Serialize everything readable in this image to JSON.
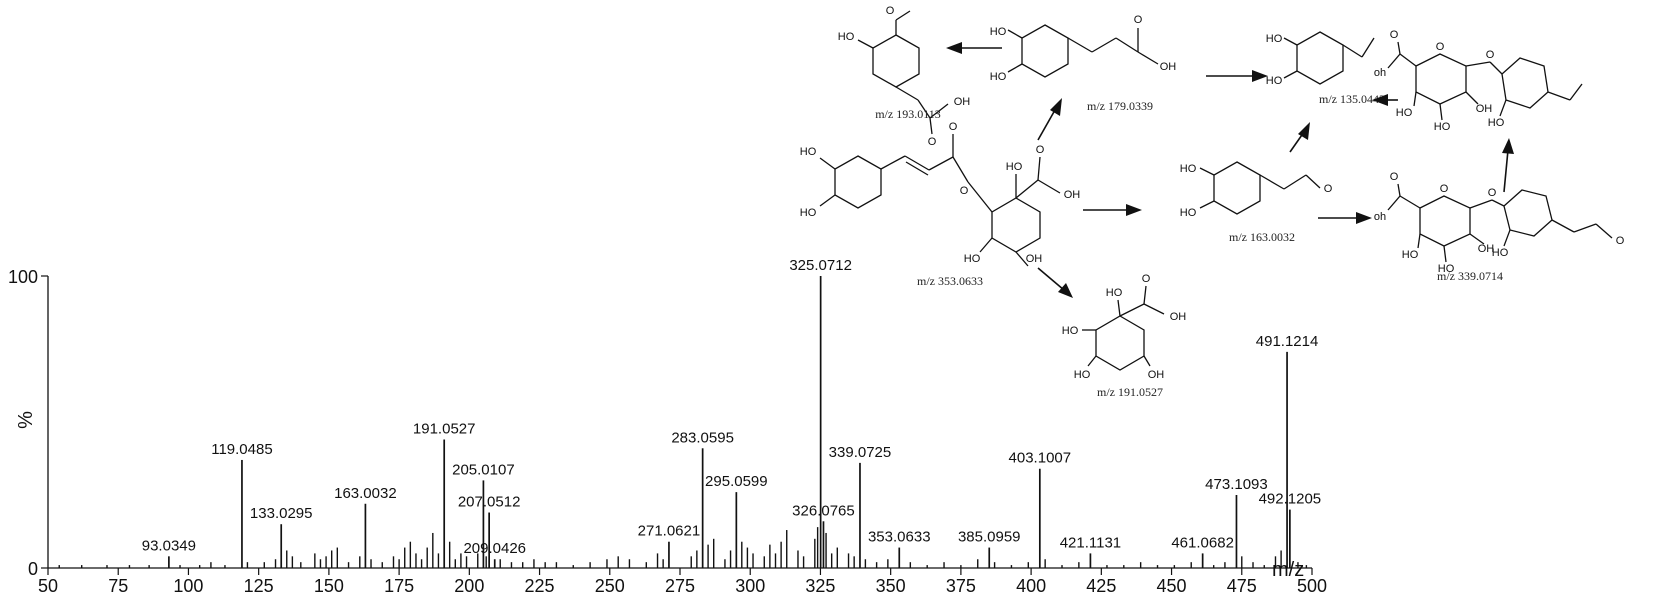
{
  "chart_data": {
    "type": "bar",
    "ylabel": "%",
    "xlabel": "m/z",
    "xlim": [
      50,
      500
    ],
    "ylim": [
      0,
      100
    ],
    "x_ticks": [
      50,
      75,
      100,
      125,
      150,
      175,
      200,
      225,
      250,
      275,
      300,
      325,
      350,
      375,
      400,
      425,
      450,
      475,
      500
    ],
    "y_ticks": [
      0,
      100
    ],
    "labeled_peaks": [
      {
        "mz": 93.0349,
        "intensity": 4,
        "label": "93.0349"
      },
      {
        "mz": 119.0485,
        "intensity": 37,
        "label": "119.0485"
      },
      {
        "mz": 133.0295,
        "intensity": 15,
        "label": "133.0295"
      },
      {
        "mz": 163.0032,
        "intensity": 22,
        "label": "163.0032"
      },
      {
        "mz": 191.0527,
        "intensity": 44,
        "label": "191.0527"
      },
      {
        "mz": 205.0107,
        "intensity": 30,
        "label": "205.0107"
      },
      {
        "mz": 207.0512,
        "intensity": 19,
        "label": "207.0512"
      },
      {
        "mz": 209.0426,
        "intensity": 3,
        "label": "209.0426"
      },
      {
        "mz": 271.0621,
        "intensity": 9,
        "label": "271.0621"
      },
      {
        "mz": 283.0595,
        "intensity": 41,
        "label": "283.0595"
      },
      {
        "mz": 295.0599,
        "intensity": 26,
        "label": "295.0599"
      },
      {
        "mz": 325.0712,
        "intensity": 100,
        "label": "325.0712"
      },
      {
        "mz": 326.0765,
        "intensity": 16,
        "label": "326.0765"
      },
      {
        "mz": 339.0725,
        "intensity": 36,
        "label": "339.0725"
      },
      {
        "mz": 353.0633,
        "intensity": 7,
        "label": "353.0633"
      },
      {
        "mz": 385.0959,
        "intensity": 7,
        "label": "385.0959"
      },
      {
        "mz": 403.1007,
        "intensity": 34,
        "label": "403.1007"
      },
      {
        "mz": 421.1131,
        "intensity": 5,
        "label": "421.1131"
      },
      {
        "mz": 461.0682,
        "intensity": 5,
        "label": "461.0682"
      },
      {
        "mz": 473.1093,
        "intensity": 25,
        "label": "473.1093"
      },
      {
        "mz": 491.1214,
        "intensity": 74,
        "label": "491.1214"
      },
      {
        "mz": 492.1205,
        "intensity": 20,
        "label": "492.1205"
      }
    ],
    "minor_peaks": [
      {
        "mz": 54,
        "intensity": 1
      },
      {
        "mz": 62,
        "intensity": 1
      },
      {
        "mz": 71,
        "intensity": 1
      },
      {
        "mz": 79,
        "intensity": 1
      },
      {
        "mz": 86,
        "intensity": 1
      },
      {
        "mz": 97,
        "intensity": 1
      },
      {
        "mz": 104,
        "intensity": 1
      },
      {
        "mz": 108,
        "intensity": 2
      },
      {
        "mz": 113,
        "intensity": 1
      },
      {
        "mz": 121,
        "intensity": 2
      },
      {
        "mz": 127,
        "intensity": 2
      },
      {
        "mz": 131,
        "intensity": 3
      },
      {
        "mz": 135,
        "intensity": 6
      },
      {
        "mz": 137,
        "intensity": 4
      },
      {
        "mz": 140,
        "intensity": 2
      },
      {
        "mz": 145,
        "intensity": 5
      },
      {
        "mz": 147,
        "intensity": 3
      },
      {
        "mz": 149,
        "intensity": 4
      },
      {
        "mz": 151,
        "intensity": 6
      },
      {
        "mz": 153,
        "intensity": 7
      },
      {
        "mz": 157,
        "intensity": 2
      },
      {
        "mz": 161,
        "intensity": 4
      },
      {
        "mz": 165,
        "intensity": 3
      },
      {
        "mz": 169,
        "intensity": 2
      },
      {
        "mz": 173,
        "intensity": 4
      },
      {
        "mz": 175,
        "intensity": 3
      },
      {
        "mz": 177,
        "intensity": 7
      },
      {
        "mz": 179,
        "intensity": 9
      },
      {
        "mz": 181,
        "intensity": 5
      },
      {
        "mz": 183,
        "intensity": 3
      },
      {
        "mz": 185,
        "intensity": 7
      },
      {
        "mz": 187,
        "intensity": 12
      },
      {
        "mz": 189,
        "intensity": 5
      },
      {
        "mz": 193,
        "intensity": 9
      },
      {
        "mz": 195,
        "intensity": 3
      },
      {
        "mz": 197,
        "intensity": 5
      },
      {
        "mz": 199,
        "intensity": 4
      },
      {
        "mz": 203,
        "intensity": 5
      },
      {
        "mz": 206,
        "intensity": 4
      },
      {
        "mz": 211,
        "intensity": 3
      },
      {
        "mz": 215,
        "intensity": 2
      },
      {
        "mz": 219,
        "intensity": 2
      },
      {
        "mz": 223,
        "intensity": 3
      },
      {
        "mz": 227,
        "intensity": 2
      },
      {
        "mz": 231,
        "intensity": 2
      },
      {
        "mz": 237,
        "intensity": 1
      },
      {
        "mz": 243,
        "intensity": 2
      },
      {
        "mz": 249,
        "intensity": 3
      },
      {
        "mz": 253,
        "intensity": 4
      },
      {
        "mz": 257,
        "intensity": 3
      },
      {
        "mz": 263,
        "intensity": 2
      },
      {
        "mz": 267,
        "intensity": 5
      },
      {
        "mz": 269,
        "intensity": 3
      },
      {
        "mz": 279,
        "intensity": 4
      },
      {
        "mz": 281,
        "intensity": 6
      },
      {
        "mz": 285,
        "intensity": 8
      },
      {
        "mz": 287,
        "intensity": 10
      },
      {
        "mz": 291,
        "intensity": 3
      },
      {
        "mz": 293,
        "intensity": 6
      },
      {
        "mz": 297,
        "intensity": 9
      },
      {
        "mz": 299,
        "intensity": 7
      },
      {
        "mz": 301,
        "intensity": 5
      },
      {
        "mz": 305,
        "intensity": 4
      },
      {
        "mz": 307,
        "intensity": 8
      },
      {
        "mz": 309,
        "intensity": 5
      },
      {
        "mz": 311,
        "intensity": 9
      },
      {
        "mz": 313,
        "intensity": 13
      },
      {
        "mz": 317,
        "intensity": 6
      },
      {
        "mz": 319,
        "intensity": 4
      },
      {
        "mz": 323,
        "intensity": 10
      },
      {
        "mz": 324,
        "intensity": 14
      },
      {
        "mz": 327,
        "intensity": 12
      },
      {
        "mz": 329,
        "intensity": 5
      },
      {
        "mz": 331,
        "intensity": 7
      },
      {
        "mz": 335,
        "intensity": 5
      },
      {
        "mz": 337,
        "intensity": 4
      },
      {
        "mz": 341,
        "intensity": 3
      },
      {
        "mz": 345,
        "intensity": 2
      },
      {
        "mz": 349,
        "intensity": 3
      },
      {
        "mz": 357,
        "intensity": 2
      },
      {
        "mz": 363,
        "intensity": 1
      },
      {
        "mz": 369,
        "intensity": 2
      },
      {
        "mz": 375,
        "intensity": 1
      },
      {
        "mz": 381,
        "intensity": 3
      },
      {
        "mz": 387,
        "intensity": 2
      },
      {
        "mz": 393,
        "intensity": 1
      },
      {
        "mz": 399,
        "intensity": 2
      },
      {
        "mz": 405,
        "intensity": 3
      },
      {
        "mz": 411,
        "intensity": 1
      },
      {
        "mz": 417,
        "intensity": 2
      },
      {
        "mz": 427,
        "intensity": 1
      },
      {
        "mz": 433,
        "intensity": 1
      },
      {
        "mz": 439,
        "intensity": 2
      },
      {
        "mz": 445,
        "intensity": 1
      },
      {
        "mz": 451,
        "intensity": 1
      },
      {
        "mz": 457,
        "intensity": 2
      },
      {
        "mz": 465,
        "intensity": 1
      },
      {
        "mz": 469,
        "intensity": 2
      },
      {
        "mz": 475,
        "intensity": 4
      },
      {
        "mz": 479,
        "intensity": 2
      },
      {
        "mz": 483,
        "intensity": 1
      },
      {
        "mz": 487,
        "intensity": 4
      },
      {
        "mz": 489,
        "intensity": 6
      },
      {
        "mz": 495,
        "intensity": 2
      },
      {
        "mz": 498,
        "intensity": 1
      }
    ]
  },
  "pathway": {
    "labels": {
      "precursor": "m/z 353.0633",
      "ion_193": "m/z 193.0113",
      "ion_179": "m/z 179.0339",
      "ion_135": "m/z 135.0443",
      "ion_163": "m/z 163.0032",
      "ion_191": "m/z 191.0527",
      "ion_339": "m/z 339.0714"
    },
    "atoms": {
      "ho": "HO",
      "oh": "OH",
      "o": "O",
      "oh_lower": "oh"
    }
  }
}
